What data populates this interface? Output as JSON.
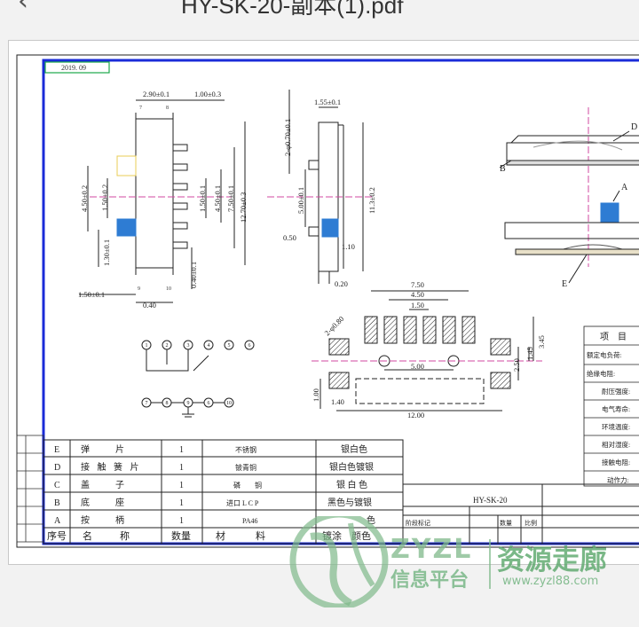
{
  "header": {
    "back_icon": "chevron-left-icon",
    "title": "HY-SK-20-副本(1).pdf"
  },
  "drawing": {
    "date": "2019. 09",
    "model": "HY-SK-20",
    "front_dims": {
      "d1": "2.90±0.1",
      "d2": "1.00±0.3",
      "d3": "4.50±0.2",
      "d4": "1.50±0.2",
      "d5": "1.30±0.1",
      "d6": "1.50±0.1",
      "d7": "0.40",
      "d8": "1.50±0.1",
      "d9": "4.50±0.1",
      "d10": "7.50±0.1",
      "d11": "12.70±0.3",
      "d12": "0.40±0.1"
    },
    "side_dims": {
      "s1": "1.55±0.1",
      "s2": "2-φ0.70±0.1",
      "s3": "5.00±0.1",
      "s4": "11.3±0.2",
      "s5": "0.50",
      "s6": "1.10",
      "s7": "0.20"
    },
    "pcb_dims": {
      "p1": "7.50",
      "p2": "4.50",
      "p3": "1.50",
      "p4": "2-φ0.80",
      "p5": "3.45",
      "p6": "2.50",
      "p7": "1.45",
      "p8": "5.00",
      "p9": "1.00",
      "p10": "1.40",
      "p11": "12.00"
    },
    "pin_numbers": [
      "1",
      "2",
      "3",
      "4",
      "5",
      "6",
      "7",
      "8",
      "9",
      "10"
    ],
    "side_letters": [
      "D",
      "B",
      "A",
      "E"
    ],
    "bom": [
      {
        "code": "E",
        "name": "弹　　片",
        "qty": "1",
        "material": "不锈钢",
        "finish": "银白色"
      },
      {
        "code": "D",
        "name": "接 触 簧 片",
        "qty": "1",
        "material": "铍青铜",
        "finish": "银白色镀银"
      },
      {
        "code": "C",
        "name": "盖　　子",
        "qty": "1",
        "material": "磷　　铜",
        "finish": "银 白 色"
      },
      {
        "code": "B",
        "name": "底　　座",
        "qty": "1",
        "material": "进口 L C P",
        "finish": "黑色与镀银"
      },
      {
        "code": "A",
        "name": "按　　柄",
        "qty": "1",
        "material": "PA46",
        "finish": "色"
      }
    ],
    "bom_header": {
      "col1": "序号",
      "col2": "名　　称",
      "col3": "数量",
      "col4": "材　　料",
      "col5": "镀涂　颜色"
    },
    "spec_title": "项　目",
    "specs": [
      "额定电负荷:",
      "绝缘电阻:",
      "耐压强度:",
      "电气寿命:",
      "环境温度:",
      "相对湿度:",
      "接触电阻:",
      "动作力:"
    ],
    "title_block": {
      "row1": "阶段标记",
      "row2": "数量",
      "row3": "比例"
    }
  },
  "watermark": {
    "brand": "ZYZL",
    "cn1": "资源走廊",
    "cn2": "信息平台",
    "url": "www.zyzl88.com"
  }
}
